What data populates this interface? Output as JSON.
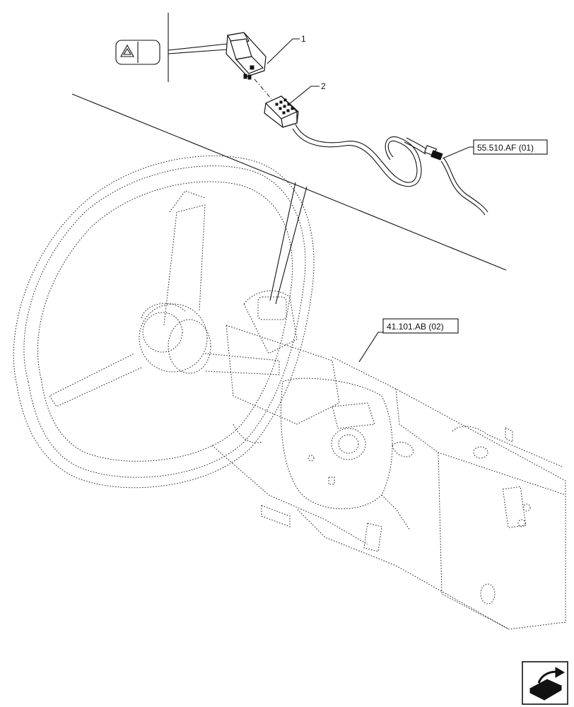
{
  "callouts": {
    "item_1": "1",
    "item_2": "2",
    "ref_harness": "55.510.AF (01)",
    "ref_steering": "41.101.AB (02)"
  },
  "icons": {
    "hazard_symbol": "hazard-warning-triangle-icon",
    "navigation": "next-page-arrow-icon"
  }
}
